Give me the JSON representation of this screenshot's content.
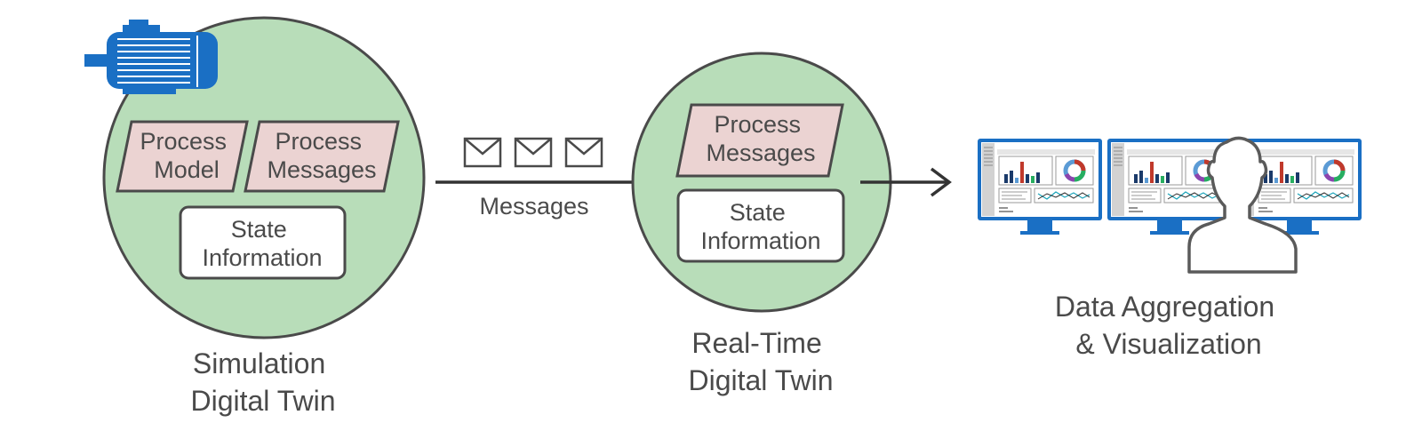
{
  "simulation_twin": {
    "process_model": [
      "Process",
      "Model"
    ],
    "process_messages": [
      "Process",
      "Messages"
    ],
    "state_information": [
      "State",
      "Information"
    ],
    "caption": [
      "Simulation",
      "Digital Twin"
    ]
  },
  "message_flow": {
    "label": "Messages"
  },
  "realtime_twin": {
    "process_messages": [
      "Process",
      "Messages"
    ],
    "state_information": [
      "State",
      "Information"
    ],
    "caption": [
      "Real-Time",
      "Digital Twin"
    ]
  },
  "visualization": {
    "caption": [
      "Data Aggregation",
      "& Visualization"
    ]
  },
  "colors": {
    "circle_fill": "#b8ddb9",
    "process_fill": "#ebd3d2",
    "outline": "#4a4a4a",
    "accent_blue": "#1a6fc4"
  },
  "icons": [
    "motor-icon",
    "envelope-icon",
    "monitor-icon",
    "person-silhouette-icon"
  ]
}
